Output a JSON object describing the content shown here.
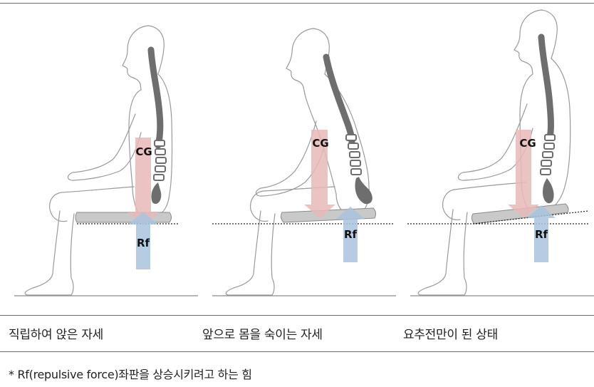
{
  "panels": [
    {
      "id": "upright",
      "caption": "직립하여 앉은 자세",
      "cg_label": "CG",
      "rf_label": "Rf"
    },
    {
      "id": "lean-forward",
      "caption": "앞으로 몸을 숙이는 자세",
      "cg_label": "CG",
      "rf_label": "Rf"
    },
    {
      "id": "lumbar-anterior",
      "caption": "요추전만이 된 상태",
      "cg_label": "CG",
      "rf_label": "Rf"
    }
  ],
  "footnote": "* Rf(repulsive force)좌판을 상승시키려고 하는 힘",
  "colors": {
    "cg_arrow": "#e9b8b8",
    "rf_arrow": "#a9c3dd",
    "spine": "#6e6e6e",
    "seat": "#c9c9c9",
    "outline": "#9a9a9a",
    "rule": "#6b6b6b"
  }
}
